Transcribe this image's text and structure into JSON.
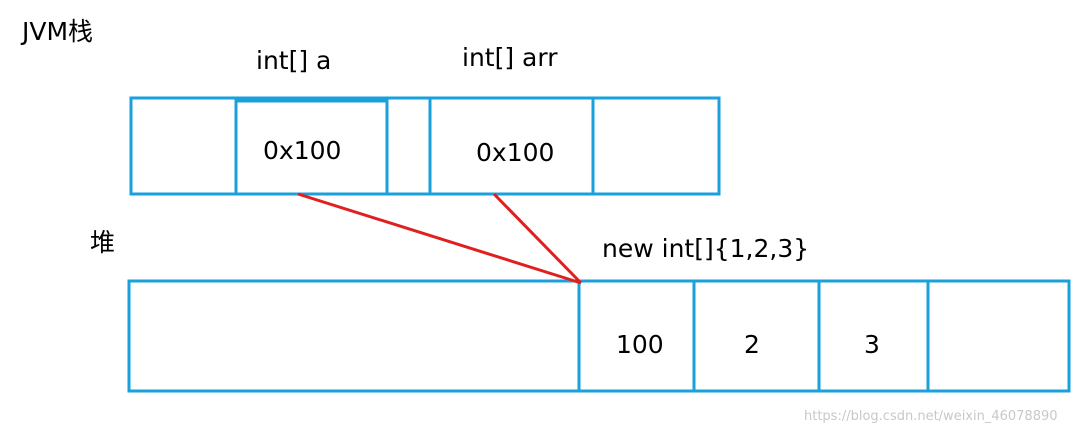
{
  "stack": {
    "title": "JVM栈",
    "var_a": "int[] a",
    "var_arr": "int[] arr",
    "cell_a_value": "0x100",
    "cell_arr_value": "0x100"
  },
  "heap": {
    "title": "堆",
    "object_label": "new int[]{1,2,3}",
    "cells": [
      "100",
      "2",
      "3"
    ]
  },
  "watermark": "https://blog.csdn.net/weixin_46078890",
  "colors": {
    "box_border": "#1aa1dc",
    "arrow": "#e02020",
    "text": "#000000"
  }
}
